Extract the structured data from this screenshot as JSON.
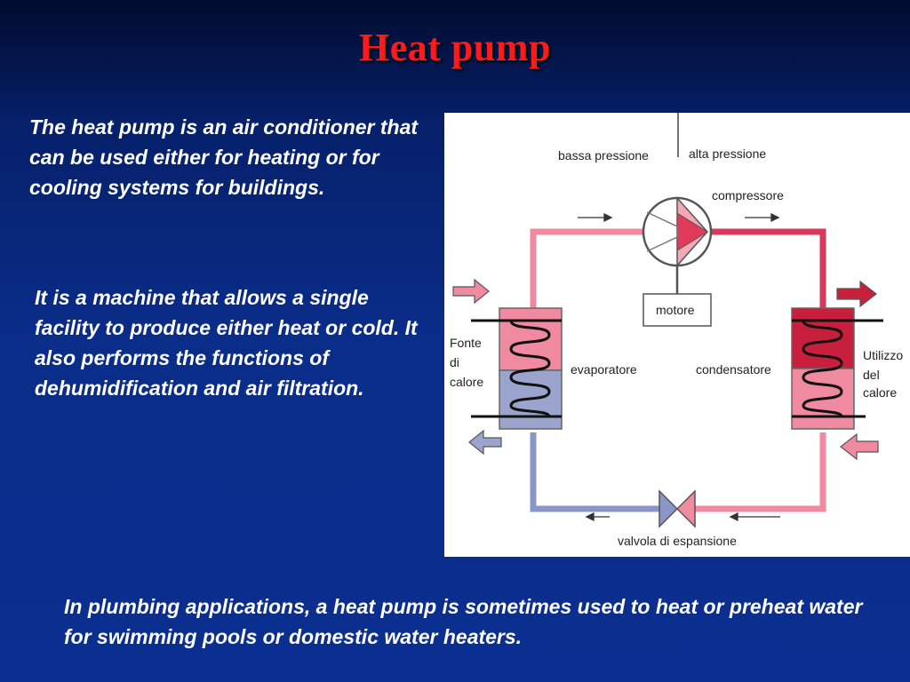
{
  "slide": {
    "title": "Heat pump",
    "paragraph_1": "The heat pump is an air conditioner that can be used either for heating or for cooling systems for buildings.",
    "paragraph_2": "It is a machine that allows a single facility to produce either heat or cold. It also performs the functions of dehumidification and air filtration.",
    "paragraph_3": "In plumbing applications, a heat pump is sometimes used to heat or preheat water for swimming pools or domestic water heaters."
  },
  "diagram": {
    "labels": {
      "low_pressure": "bassa pressione",
      "high_pressure": "alta pressione",
      "compressor": "compressore",
      "motor": "motore",
      "heat_source_line1": "Fonte",
      "heat_source_line2": "di",
      "heat_source_line3": "calore",
      "evaporator": "evaporatore",
      "condenser": "condensatore",
      "heat_use_line1": "Utilizzo",
      "heat_use_line2": "del",
      "heat_use_line3": "calore",
      "expansion_valve": "valvola di espansione"
    }
  },
  "colors": {
    "title": "#ff1a1a",
    "text": "#ffffff",
    "hot_pipe": "#e8506e",
    "cold_pipe": "#8a96c8",
    "hot_fill": "#c8203c",
    "warm_fill": "#f08aa0",
    "cold_fill": "#9aa4cc"
  }
}
